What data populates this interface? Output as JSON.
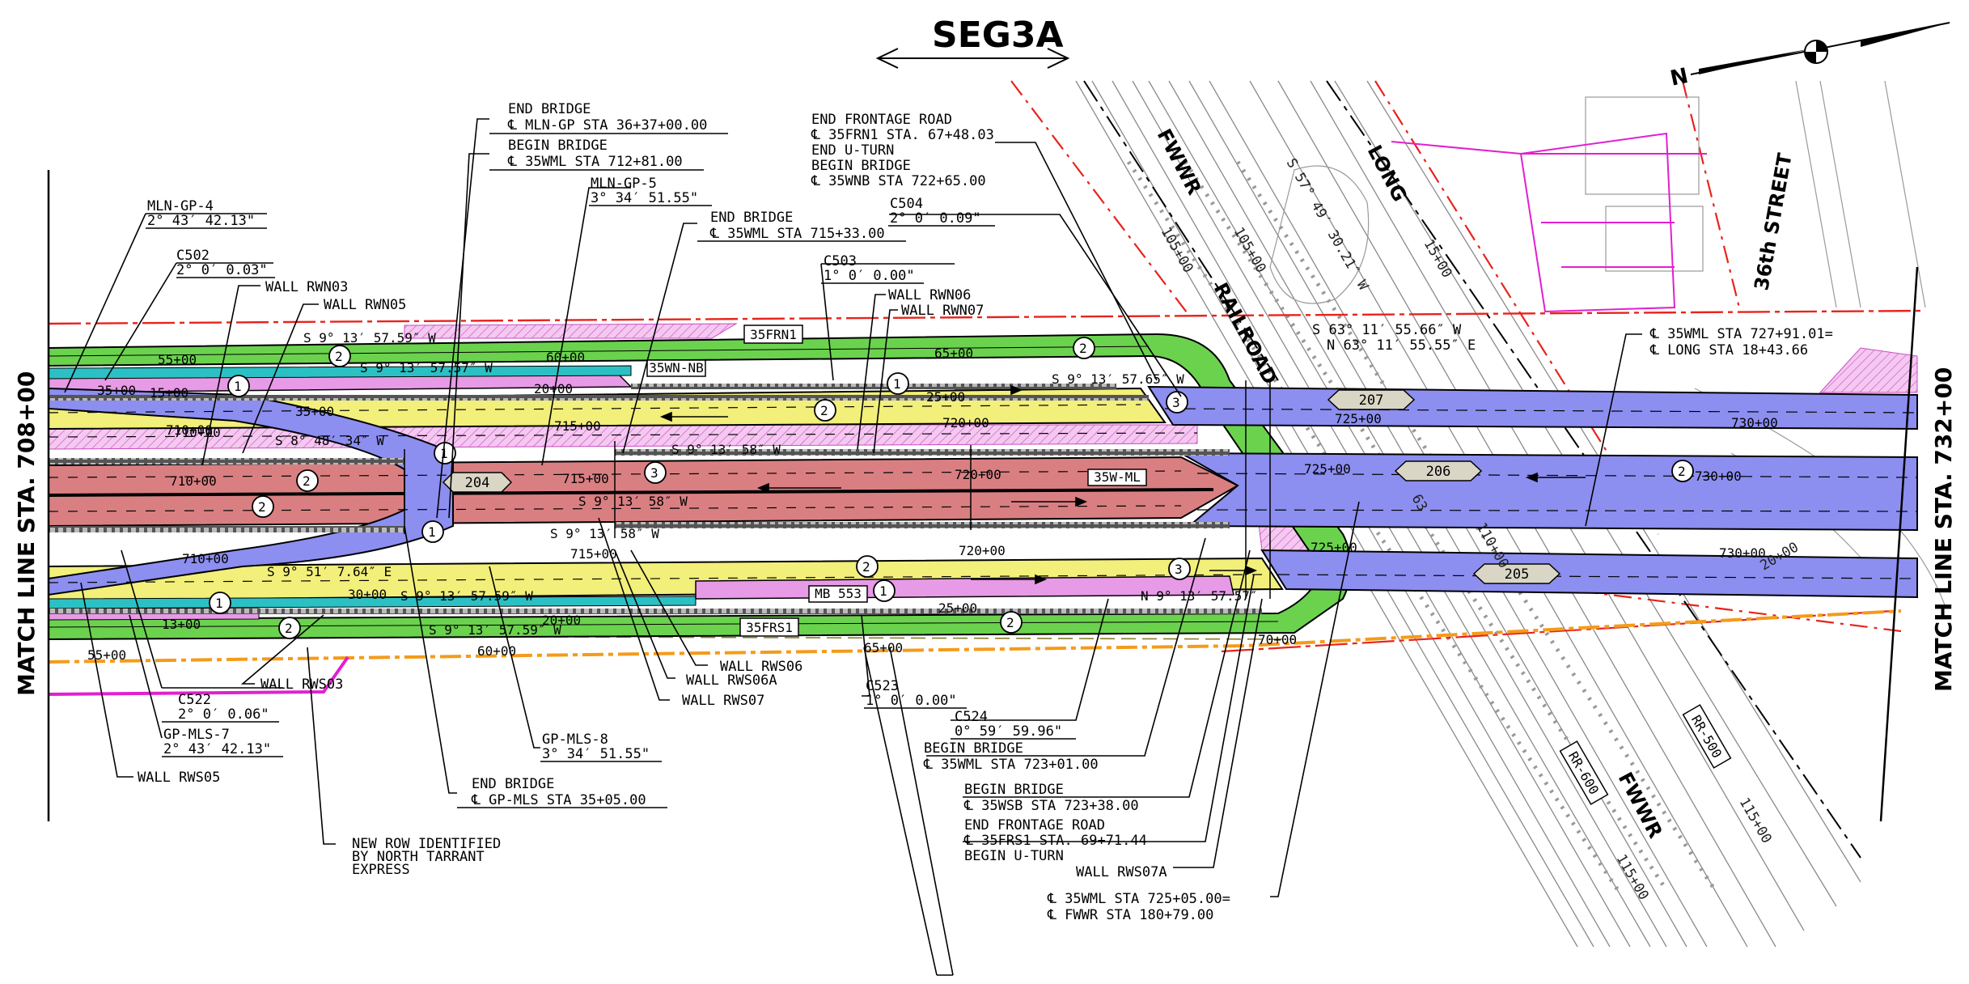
{
  "title": "SEG3A",
  "match_left": "MATCH LINE STA. 708+00",
  "match_right": "MATCH LINE STA. 732+00",
  "north_label": "N",
  "callouts": {
    "end_bridge_mln": [
      "END BRIDGE",
      "℄ MLN-GP STA 36+37+00.00"
    ],
    "begin_bridge_wml": [
      "BEGIN BRIDGE",
      "℄ 35WML STA 712+81.00"
    ],
    "mln_gp_5": [
      "MLN-GP-5",
      "3° 34′ 51.55\""
    ],
    "end_bridge_715": [
      "END BRIDGE",
      "℄ 35WML STA 715+33.00"
    ],
    "end_frontage": [
      "END FRONTAGE ROAD",
      "℄ 35FRN1 STA. 67+48.03",
      "END U-TURN",
      "BEGIN BRIDGE",
      "℄ 35WNB STA 722+65.00"
    ],
    "c504": [
      "C504",
      "2° 0′ 0.09\""
    ],
    "mln_gp_4": [
      "MLN-GP-4",
      "2° 43′ 42.13\""
    ],
    "c502": [
      "C502",
      "2° 0′ 0.03\""
    ],
    "wall_rwn03": "WALL RWN03",
    "wall_rwn05": "WALL RWN05",
    "c503": [
      "C503",
      "1° 0′ 0.00\""
    ],
    "wall_rwn06": "WALL RWN06",
    "wall_rwn07": "WALL RWN07",
    "sta_727": [
      "℄ 35WML STA 727+91.01=",
      "℄ LONG STA 18+43.66"
    ],
    "wall_rws03": "WALL RWS03",
    "c522": [
      "C522",
      "2° 0′ 0.06\""
    ],
    "gp_mls_7": [
      "GP-MLS-7",
      "2° 43′ 42.13\""
    ],
    "wall_rws05": "WALL RWS05",
    "gp_mls_8": [
      "GP-MLS-8",
      "3° 34′ 51.55\""
    ],
    "end_bridge_gp": [
      "END BRIDGE",
      "℄ GP-MLS STA 35+05.00"
    ],
    "new_row": [
      "NEW ROW IDENTIFIED",
      "BY NORTH TARRANT",
      "EXPRESS"
    ],
    "wall_rws06": "WALL RWS06",
    "wall_rws06a": "WALL RWS06A",
    "wall_rws07": "WALL RWS07",
    "c523": [
      "C523",
      "1° 0′ 0.00\""
    ],
    "c524": [
      "C524",
      "0° 59′ 59.96\""
    ],
    "begin_bridge_723": [
      "BEGIN BRIDGE",
      "℄ 35WML STA 723+01.00"
    ],
    "begin_bridge_wsb": [
      "BEGIN BRIDGE",
      "℄ 35WSB STA 723+38.00"
    ],
    "end_frontage_frs1": [
      "END FRONTAGE ROAD",
      "℄ 35FRS1 STA. 69+71.44",
      "BEGIN U-TURN"
    ],
    "wall_rws07a": "WALL RWS07A",
    "sta_725": [
      "℄ 35WML STA 725+05.00=",
      "℄ FWWR STA 180+79.00"
    ]
  },
  "bearings": {
    "s9_a": "S 9° 13′ 57.59″ W",
    "s9_b": "S 9° 13′ 57.57″ W",
    "s9_c": "S 9° 13′ 57.65″ W",
    "s9_d": "S 9° 13′ 58″ W",
    "s9_e": "S 9° 13′ 58″ W",
    "s9_f": "S 9° 13′ 58″ W",
    "s9_g": "S 9° 13′ 57.59″ W",
    "s9_h": "S 9° 13′ 57.59″ W",
    "n9": "N 9° 13′ 57.57″",
    "s63": "S 63° 11′ 55.66″ W",
    "n63": "N 63° 11′ 55.55″ E",
    "s57": "S 57° 49′ 30.21″ W",
    "s8_48": "S 8° 48′ 34″ W",
    "s9_51": "S 9° 51′ 7.64″ E"
  },
  "route_tags": {
    "r35frn1": "35FRN1",
    "r35wnb": "35WN-NB",
    "r35wml": "35W-ML",
    "rmb553": "MB 553",
    "r35frs1": "35FRS1",
    "hex204": "204",
    "hex205": "205",
    "hex206": "206",
    "hex207": "207",
    "rr600": "RR-600",
    "rr500": "RR-500"
  },
  "street_names": {
    "fwwr_top": "FWWR",
    "fwwr_bottom": "FWWR",
    "railroad": "RAILROAD",
    "long": "LONG",
    "street_36": "36th STREET"
  },
  "stations": {
    "s55_top": "55+00",
    "s60": "60+00",
    "s65": "65+00",
    "s15_a": "15+00",
    "s20": "20+00",
    "s25": "25+00",
    "s35": "35+00",
    "s710_a": "710+00",
    "s715_a": "715+00",
    "s720_a": "720+00",
    "s725_a": "725+00",
    "s730_a": "730+00",
    "s710_b": "710+00",
    "s715_b": "715+00",
    "s720_b": "720+00",
    "s725_b": "725+00",
    "s730_b": "730+00",
    "s710_c": "710+00",
    "s715_c": "715+00",
    "s720_c": "720+00",
    "s725_c": "725+00",
    "s730_c": "730+00",
    "s13": "13+00",
    "s20_b": "20+00",
    "s25_b": "25+00",
    "s30": "30+00",
    "s55_bot": "55+00",
    "s60_bot": "60+00",
    "s65_bot": "65+00",
    "s70": "70+00",
    "s105_a": "105+00",
    "s105_b": "105+00",
    "s110": "110+00",
    "s115_a": "115+00",
    "s115_b": "115+00",
    "s15_long": "15+00",
    "s20_right": "20+00",
    "s63_a": "63",
    "s710_d": "710+00",
    "s35_b": "35+00"
  },
  "colors": {
    "green": "#6bd24e",
    "yellow": "#f2ef7a",
    "red": "#d97f82",
    "blue": "#8c8ef0",
    "pink": "#e79ae6",
    "cyan": "#2bc1c4",
    "row_red": "#e8231c",
    "magenta": "#e21fd0",
    "orange": "#f49b1a"
  }
}
